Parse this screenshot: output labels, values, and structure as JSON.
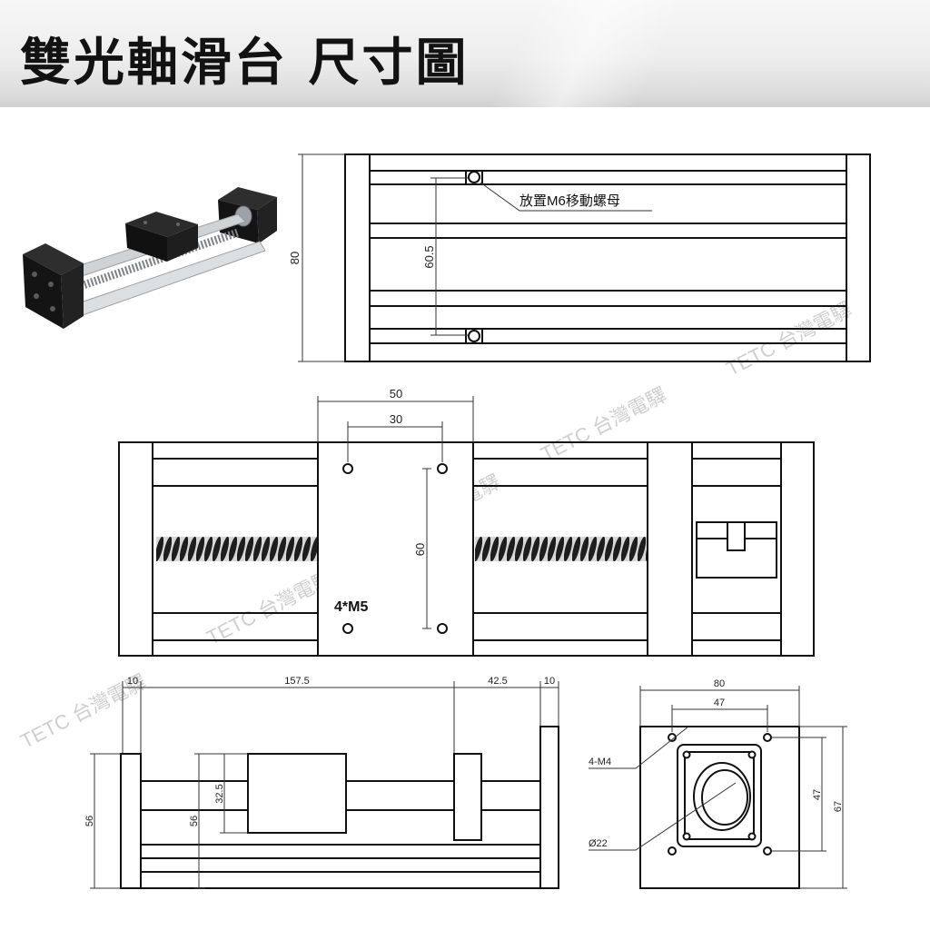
{
  "header": {
    "title": "雙光軸滑台 尺寸圖"
  },
  "top_view": {
    "overall_height": "80",
    "nut_hole_spacing": "60.5",
    "callout": "放置M6移動螺母"
  },
  "front_view": {
    "carriage_width": "50",
    "hole_spacing_x": "30",
    "hole_spacing_y": "60",
    "hole_note": "4*M5"
  },
  "side_view": {
    "end_left": "10",
    "travel_span": "157.5",
    "block_width": "42.5",
    "end_right": "10",
    "overall_height": "56",
    "inner_height": "56",
    "carriage_height": "32.5"
  },
  "end_view": {
    "width": "80",
    "hole_spacing_x": "47",
    "hole_spacing_y": "47",
    "height": "67",
    "hole_note": "4-M4",
    "bore_note": "Ø22"
  },
  "watermark": {
    "text": "TETC 台灣電驛"
  },
  "colors": {
    "line": "#111111",
    "dimension": "#333333",
    "header_bg": "#e8e8e8",
    "watermark": "#c6c6c6",
    "part_black": "#1a1a1a",
    "rail_gray": "#cfd3d6"
  }
}
